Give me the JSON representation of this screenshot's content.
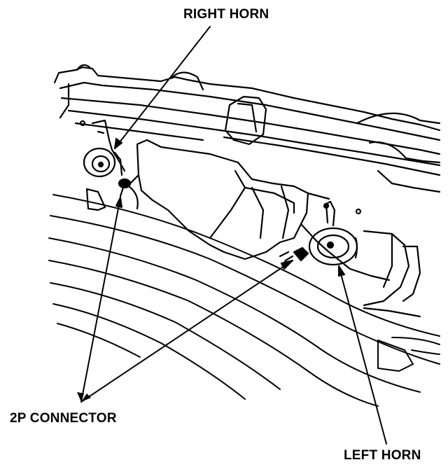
{
  "labels": {
    "right_horn": "RIGHT HORN",
    "connector": "2P CONNECTOR",
    "left_horn": "LEFT HORN"
  },
  "colors": {
    "ink": "#000000",
    "paper": "#ffffff"
  }
}
